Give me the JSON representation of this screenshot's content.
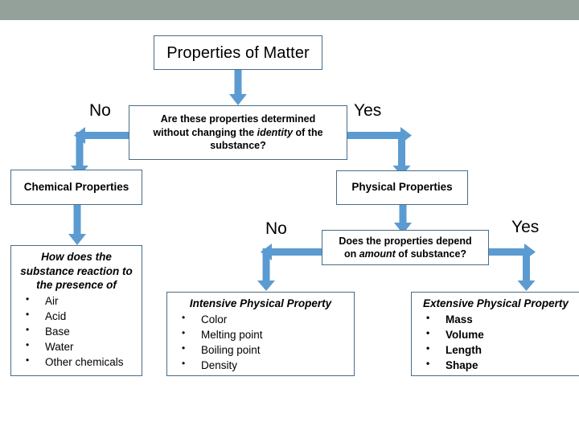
{
  "slide": {
    "header_bar_color": "#94a19a",
    "accent_color": "#5b9bd1",
    "box_border_color": "#4a6b86",
    "background": "#ffffff"
  },
  "nodes": {
    "title": "Properties of Matter",
    "decision1_line1": "Are these properties determined",
    "decision1_line2_a": "without changing the ",
    "decision1_line2_em": "identity",
    "decision1_line2_b": " of the",
    "decision1_line3": "substance?",
    "chemical_properties": "Chemical Properties",
    "physical_properties": "Physical Properties",
    "decision2_line1": "Does the properties depend",
    "decision2_line2_a": "on ",
    "decision2_line2_em": "amount",
    "decision2_line2_b": " of substance?"
  },
  "branch_labels": {
    "no_top": "No",
    "yes_top": "Yes",
    "no_bottom": "No",
    "yes_bottom": "Yes"
  },
  "chemical_list": {
    "heading_line1": "How does the",
    "heading_line2": "substance reaction to",
    "heading_line3": "the presence of",
    "items": [
      "Air",
      "Acid",
      "Base",
      "Water",
      "Other chemicals"
    ]
  },
  "intensive": {
    "heading": "Intensive Physical Property",
    "items": [
      "Color",
      "Melting point",
      "Boiling point",
      "Density"
    ]
  },
  "extensive": {
    "heading": "Extensive Physical Property",
    "items": [
      "Mass",
      "Volume",
      "Length",
      "Shape"
    ]
  }
}
